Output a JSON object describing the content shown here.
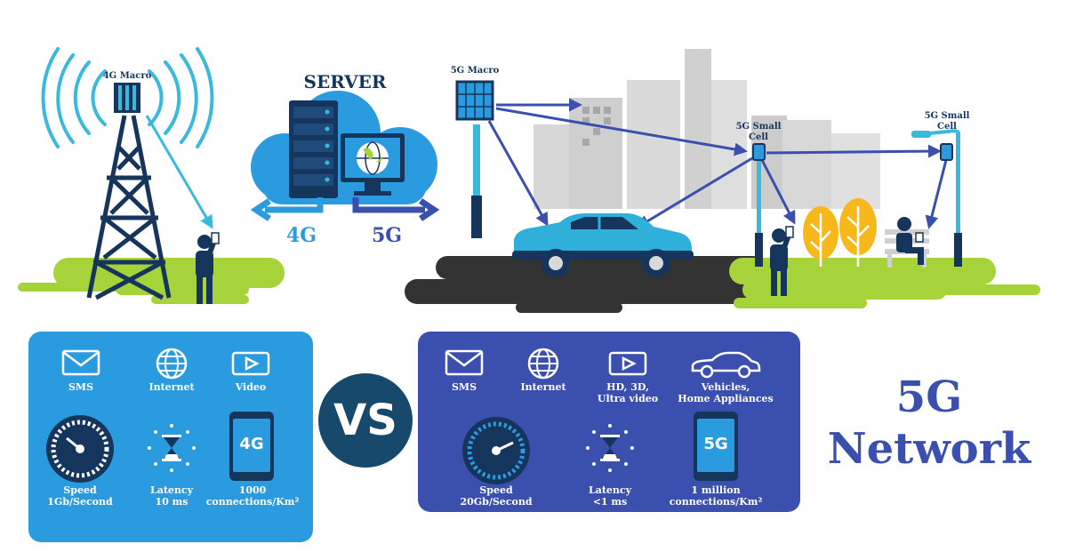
{
  "scene": {
    "tower_4g_label": "4G Macro",
    "server_label": "SERVER",
    "arrow_4g_label": "4G",
    "arrow_5g_label": "5G",
    "macro_5g_label": "5G Macro",
    "small_cell_1_label_line1": "5G Small",
    "small_cell_1_label_line2": "Cell",
    "small_cell_2_label_line1": "5G Small",
    "small_cell_2_label_line2": "Cell"
  },
  "panel_4g": {
    "features": [
      {
        "icon": "envelope-icon",
        "label": "SMS"
      },
      {
        "icon": "globe-icon",
        "label": "Internet"
      },
      {
        "icon": "play-icon",
        "label": "Video"
      }
    ],
    "speed_line1": "Speed",
    "speed_line2": "1Gb/Second",
    "latency_line1": "Latency",
    "latency_line2": "10 ms",
    "phone_text": "4G",
    "connections_line1": "1000",
    "connections_line2": "connections/Km²"
  },
  "vs_text": "VS",
  "panel_5g": {
    "features": [
      {
        "icon": "envelope-icon",
        "label": "SMS"
      },
      {
        "icon": "globe-icon",
        "label": "Internet"
      },
      {
        "icon": "play-icon",
        "label_line1": "HD, 3D,",
        "label_line2": "Ultra video"
      },
      {
        "icon": "car-icon",
        "label_line1": "Vehicles,",
        "label_line2": "Home Appliances"
      }
    ],
    "speed_line1": "Speed",
    "speed_line2": "20Gb/Second",
    "latency_line1": "Latency",
    "latency_line2": "<1 ms",
    "phone_text": "5G",
    "connections_line1": "1 million",
    "connections_line2": "connections/Km²"
  },
  "title_line1": "5G",
  "title_line2": "Network",
  "colors": {
    "dark_navy": "#16355c",
    "light_blue": "#2b9be0",
    "indigo": "#3a4fae",
    "cyan": "#39b9dc",
    "grass": "#a6d23a",
    "road": "#333333",
    "building": "#d3d3d3",
    "tree": "#f7b81b"
  }
}
